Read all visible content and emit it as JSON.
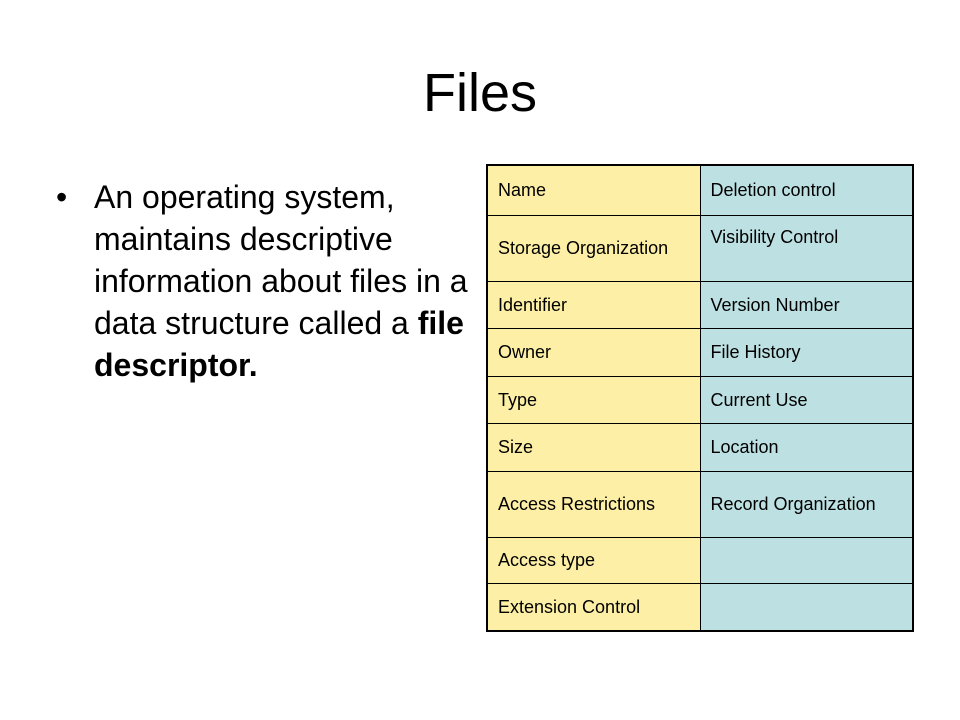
{
  "slide": {
    "title": "Files",
    "bullet": {
      "text_before": "An operating system, maintains descriptive information about files in a data structure called a ",
      "bold_text": "file descriptor",
      "text_after": "."
    }
  },
  "table": {
    "rows": [
      {
        "left": "Name",
        "right": "Deletion control"
      },
      {
        "left": "Storage Organization",
        "right": "Visibility Control"
      },
      {
        "left": "Identifier",
        "right": "Version Number"
      },
      {
        "left": "Owner",
        "right": "File History"
      },
      {
        "left": "Type",
        "right": "Current Use"
      },
      {
        "left": "Size",
        "right": "Location"
      },
      {
        "left": "Access Restrictions",
        "right": "Record Organization"
      },
      {
        "left": "Access type",
        "right": ""
      },
      {
        "left": "Extension Control",
        "right": ""
      }
    ],
    "colors": {
      "left_column": "#fdf0a6",
      "right_column": "#bde0e2"
    }
  }
}
